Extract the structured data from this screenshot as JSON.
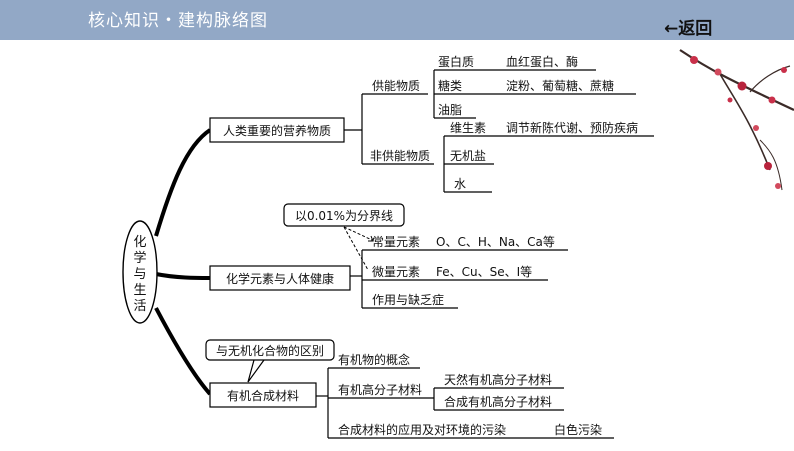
{
  "header": {
    "title": "核心知识・建构脉络图",
    "back_label": "返回"
  },
  "root": {
    "chars": [
      "化",
      "学",
      "与",
      "生",
      "活"
    ]
  },
  "nutrients": {
    "label": "人类重要的营养物质",
    "energy": {
      "label": "供能物质",
      "items": [
        {
          "name": "蛋白质",
          "detail": "血红蛋白、酶"
        },
        {
          "name": "糖类",
          "detail": "淀粉、葡萄糖、蔗糖"
        },
        {
          "name": "油脂",
          "detail": ""
        }
      ]
    },
    "non_energy": {
      "label": "非供能物质",
      "items": [
        {
          "name": "维生素",
          "detail": "调节新陈代谢、预防疾病"
        },
        {
          "name": "无机盐",
          "detail": ""
        },
        {
          "name": "水",
          "detail": ""
        }
      ]
    }
  },
  "elements": {
    "label": "化学元素与人体健康",
    "callout": "以0.01%为分界线",
    "items": [
      {
        "name": "常量元素",
        "detail": "O、C、H、Na、Ca等"
      },
      {
        "name": "微量元素",
        "detail": "Fe、Cu、Se、I等"
      },
      {
        "name": "作用与缺乏症",
        "detail": ""
      }
    ]
  },
  "materials": {
    "label": "有机合成材料",
    "callout": "与无机化合物的区别",
    "concept": "有机物的概念",
    "polymer": {
      "name": "有机高分子材料",
      "subs": [
        "天然有机高分子材料",
        "合成有机高分子材料"
      ]
    },
    "application": "合成材料的应用及对环境的污染",
    "pollution": "白色污染"
  }
}
